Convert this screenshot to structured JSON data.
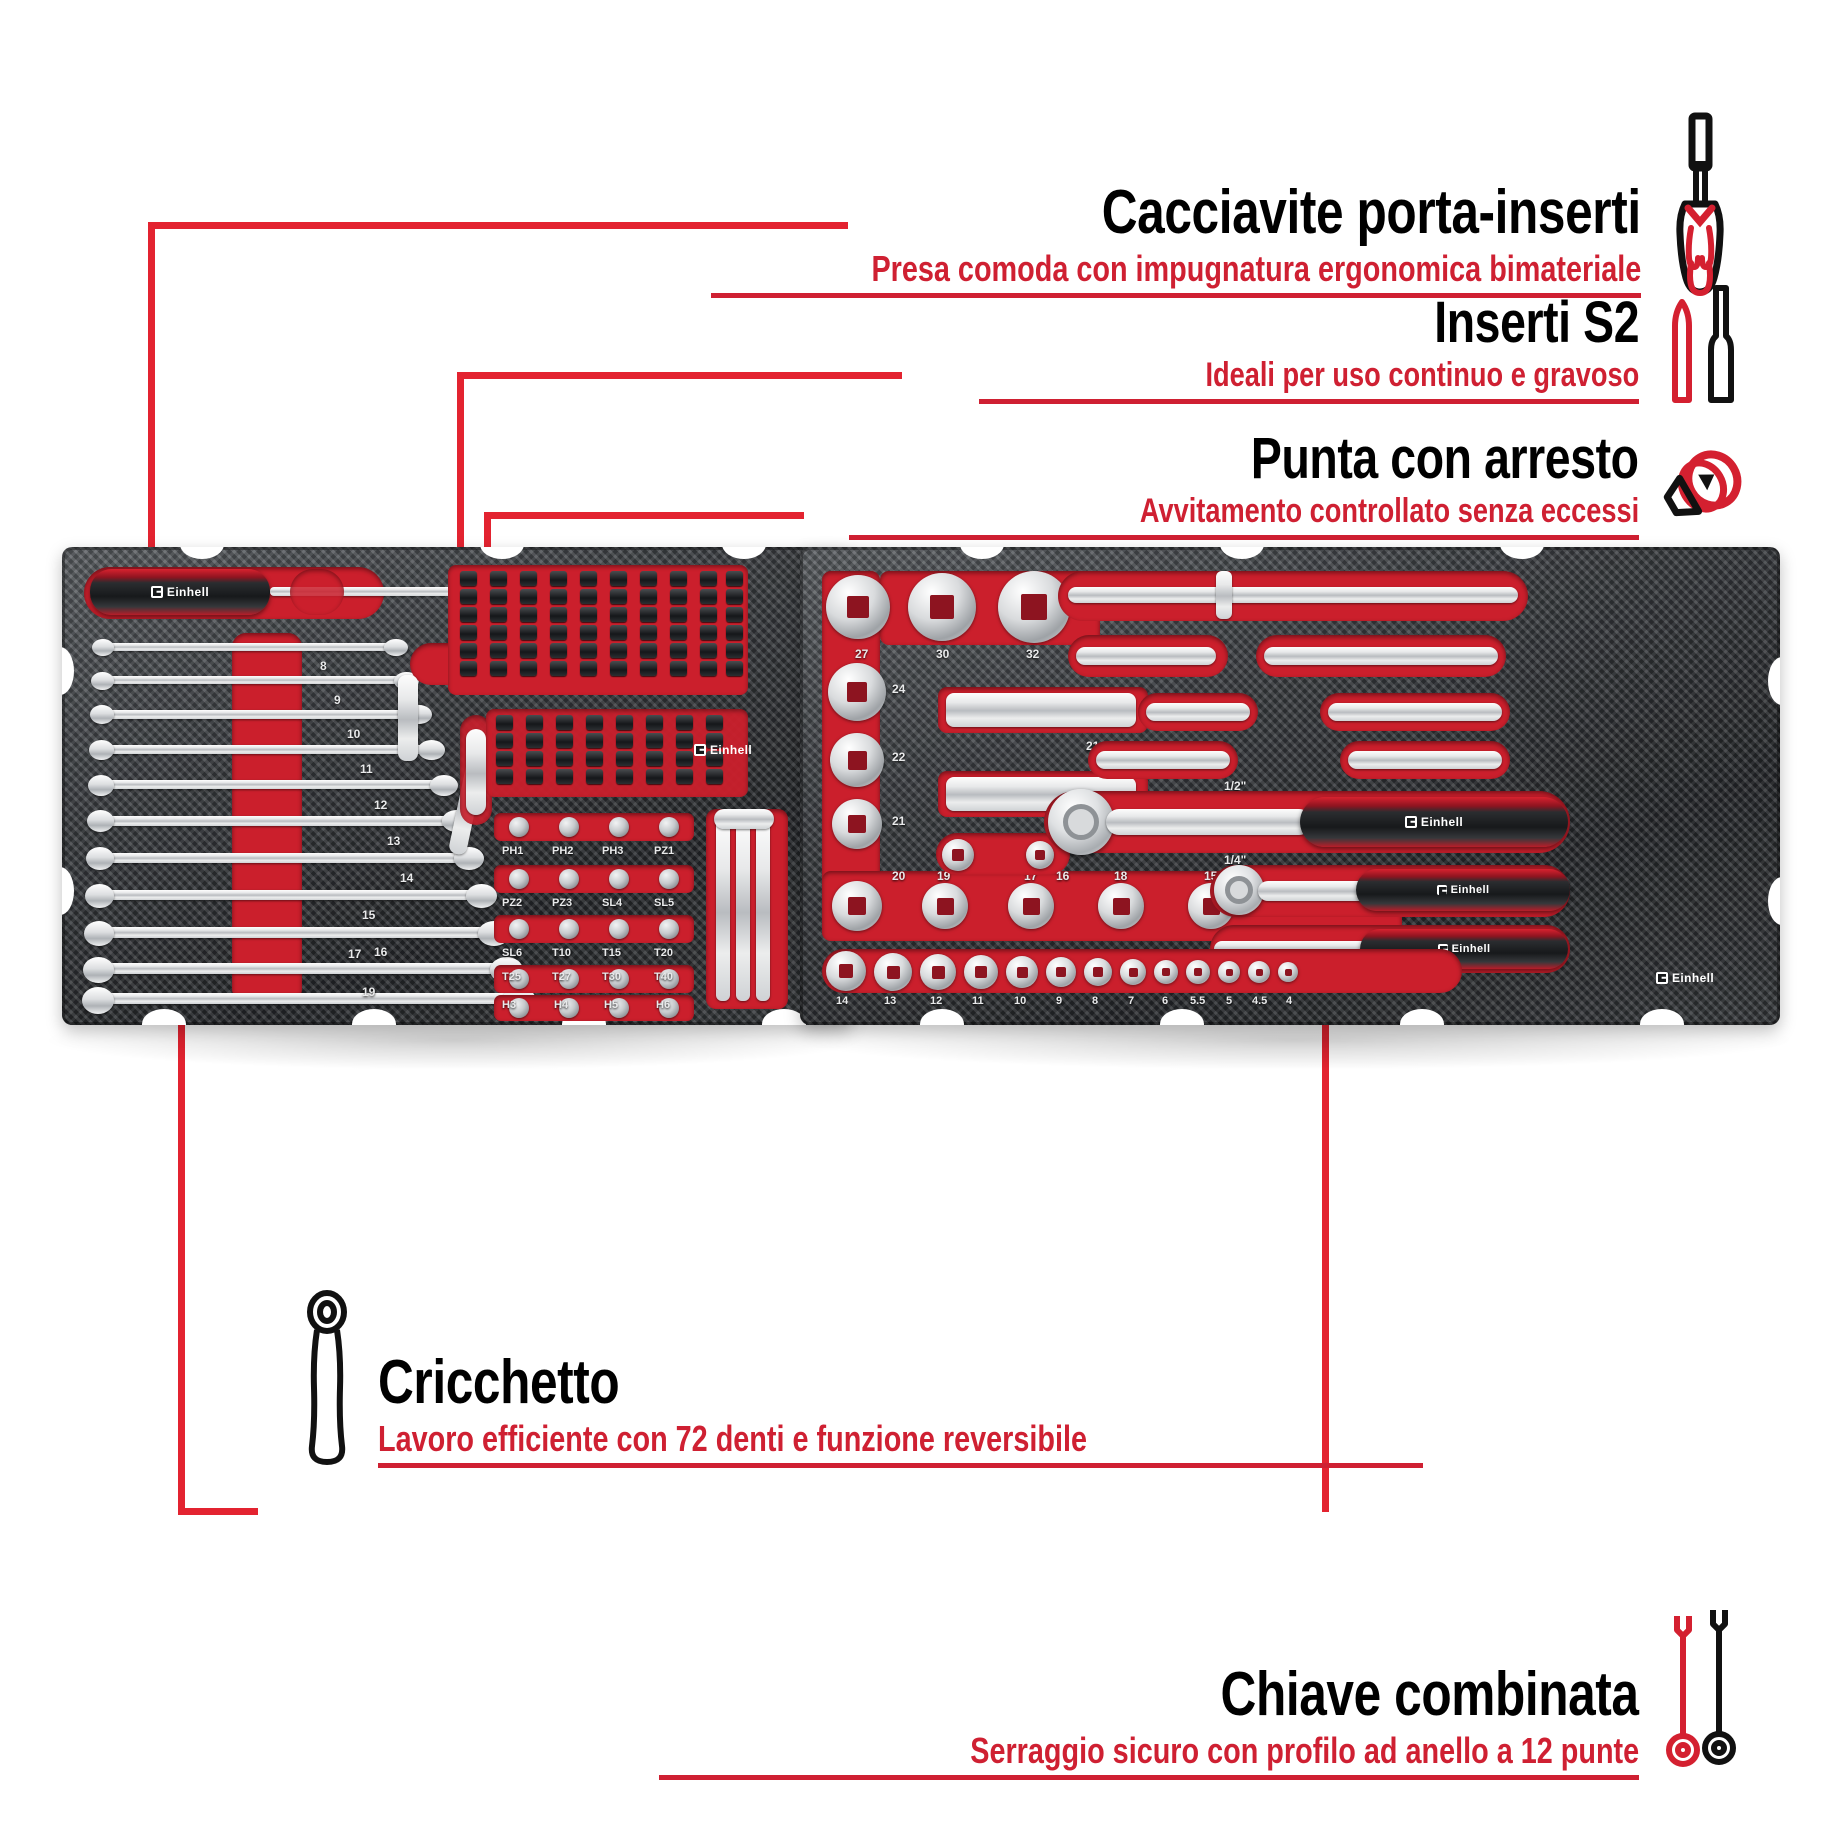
{
  "brand": "Einhell",
  "colors": {
    "accent_red": "#cf2032",
    "line_red": "#e32330",
    "title_black": "#000000",
    "background": "#ffffff"
  },
  "callouts": [
    {
      "id": "cacciavite",
      "title": "Cacciavite porta-inserti",
      "subtitle": "Presa comoda con impugnatura ergonomica bimateriale",
      "icon": "screwdriver-icon"
    },
    {
      "id": "inserti",
      "title": "Inserti S2",
      "subtitle": "Ideali per uso continuo e gravoso",
      "icon": "screwdriver-bits-icon"
    },
    {
      "id": "punta",
      "title": "Punta con arresto",
      "subtitle": "Avvitamento controllato senza eccessi",
      "icon": "depth-stop-bit-icon"
    },
    {
      "id": "cricchetto",
      "title": "Cricchetto",
      "subtitle": "Lavoro efficiente con 72 denti e funzione reversibile",
      "icon": "ratchet-icon"
    },
    {
      "id": "chiave",
      "title": "Chiave combinata",
      "subtitle": "Serraggio sicuro con profilo ad anello a 12 punte",
      "icon": "combination-wrench-icon"
    }
  ],
  "left_tray": {
    "wrench_sizes": [
      "8",
      "9",
      "10",
      "11",
      "12",
      "13",
      "14",
      "15",
      "16",
      "17",
      "19"
    ],
    "bit_labels": [
      "PH1",
      "PH2",
      "PH3",
      "PZ1",
      "PZ2",
      "PZ3",
      "SL4",
      "SL5",
      "SL6",
      "T10",
      "T15",
      "T20",
      "T25",
      "T27",
      "T30",
      "T40",
      "H3",
      "H4",
      "H5",
      "H6"
    ],
    "brand_label": "Einhell"
  },
  "right_tray": {
    "large_sockets": [
      "27",
      "30",
      "32"
    ],
    "left_column_sockets": [
      "24",
      "22",
      "21",
      "20"
    ],
    "mid_sockets": [
      "21",
      "16"
    ],
    "row_sockets": [
      "19",
      "17",
      "18",
      "15"
    ],
    "small_sockets": [
      "14",
      "13",
      "12",
      "11",
      "10",
      "9",
      "8",
      "7",
      "6",
      "5.5",
      "5",
      "4.5",
      "4"
    ],
    "drive_labels": [
      "1/2\"",
      "1/4\""
    ],
    "brand_label": "Einhell"
  }
}
